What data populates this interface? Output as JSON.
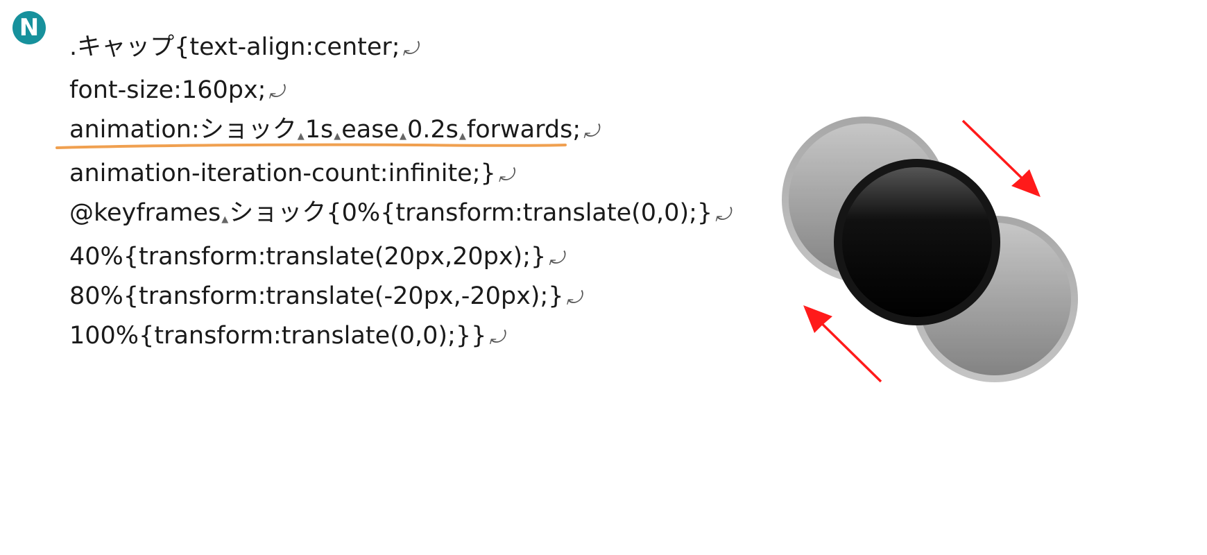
{
  "logo": {
    "letter": "N",
    "color": "#17919c"
  },
  "return_mark_icon": "return-mark-icon",
  "space_mark_icon": "space-mark-icon",
  "space_glyph": "▲",
  "return_glyph": "⤾",
  "code_lines": [
    {
      "segments": [
        ".キャップ{text-align:center;"
      ]
    },
    {
      "segments": [
        "font-size:160px;"
      ]
    },
    {
      "segments": [
        "animation:ショック",
        "1s",
        "ease",
        "0.2s",
        "forwards;"
      ],
      "underlined": true
    },
    {
      "segments": [
        "animation-iteration-count:infinite;}"
      ]
    },
    {
      "segments": [
        "@keyframes",
        "ショック{0%{transform:translate(0,0);}"
      ]
    },
    {
      "segments": [
        "40%{transform:translate(20px,20px);}"
      ]
    },
    {
      "segments": [
        "80%{transform:translate(-20px,-20px);}"
      ]
    },
    {
      "segments": [
        "100%{transform:translate(0,0);}}"
      ]
    }
  ],
  "colors": {
    "underline": "#f0a050",
    "arrow": "#ff1a1a",
    "text": "#1a1a1a"
  }
}
